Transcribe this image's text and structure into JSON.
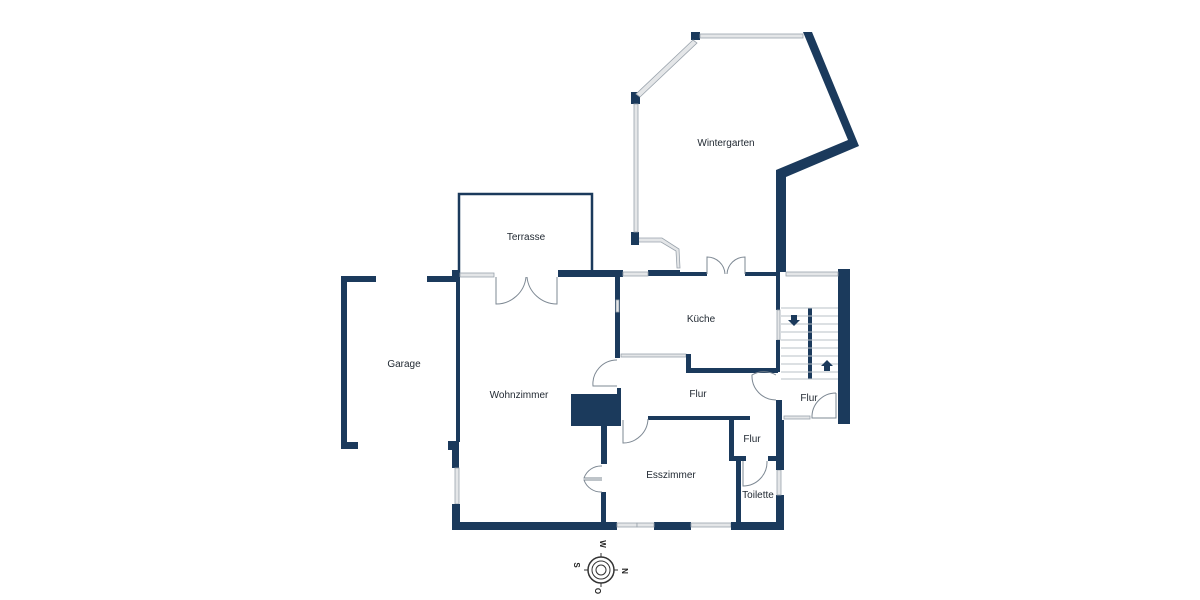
{
  "floorplan": {
    "wall_color": "#1b3a5c",
    "rooms": [
      {
        "id": "wintergarten",
        "label": "Wintergarten"
      },
      {
        "id": "terrasse",
        "label": "Terrasse"
      },
      {
        "id": "garage",
        "label": "Garage"
      },
      {
        "id": "kueche",
        "label": "Küche"
      },
      {
        "id": "wohnzimmer",
        "label": "Wohnzimmer"
      },
      {
        "id": "flur-main",
        "label": "Flur"
      },
      {
        "id": "flur-stair",
        "label": "Flur"
      },
      {
        "id": "flur-small",
        "label": "Flur"
      },
      {
        "id": "esszimmer",
        "label": "Esszimmer"
      },
      {
        "id": "toilette",
        "label": "Toilette"
      }
    ],
    "compass": {
      "top": "W",
      "left": "S",
      "right": "N",
      "bottom": "O"
    }
  }
}
